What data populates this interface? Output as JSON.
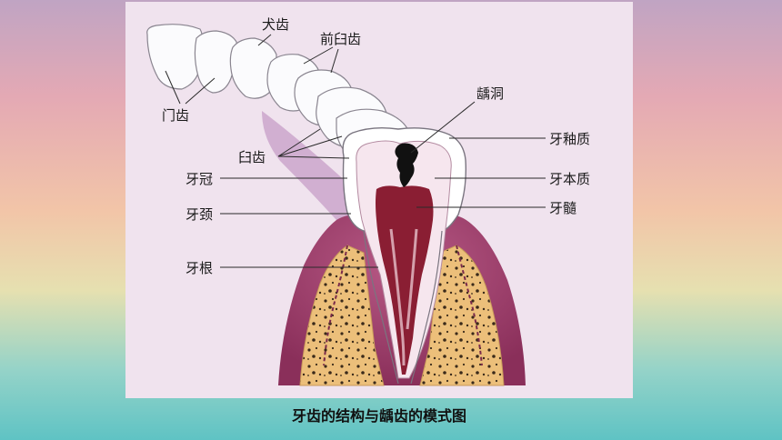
{
  "caption": "牙齿的结构与龋齿的模式图",
  "labels": {
    "canine": "犬齿",
    "premolar": "前臼齿",
    "caries": "龋洞",
    "incisor": "门齿",
    "molar": "臼齿",
    "enamel": "牙釉质",
    "crown": "牙冠",
    "dentin": "牙本质",
    "neck": "牙颈",
    "pulp": "牙髓",
    "root": "牙根"
  },
  "colors": {
    "panel": "#f0e3ee",
    "enamel": "#ffffff",
    "dentin": "#f6e6ee",
    "pulp": "#8a1e33",
    "gum": "#9c3b66",
    "bone": "#ecbf7a",
    "cavity": "#111111"
  }
}
